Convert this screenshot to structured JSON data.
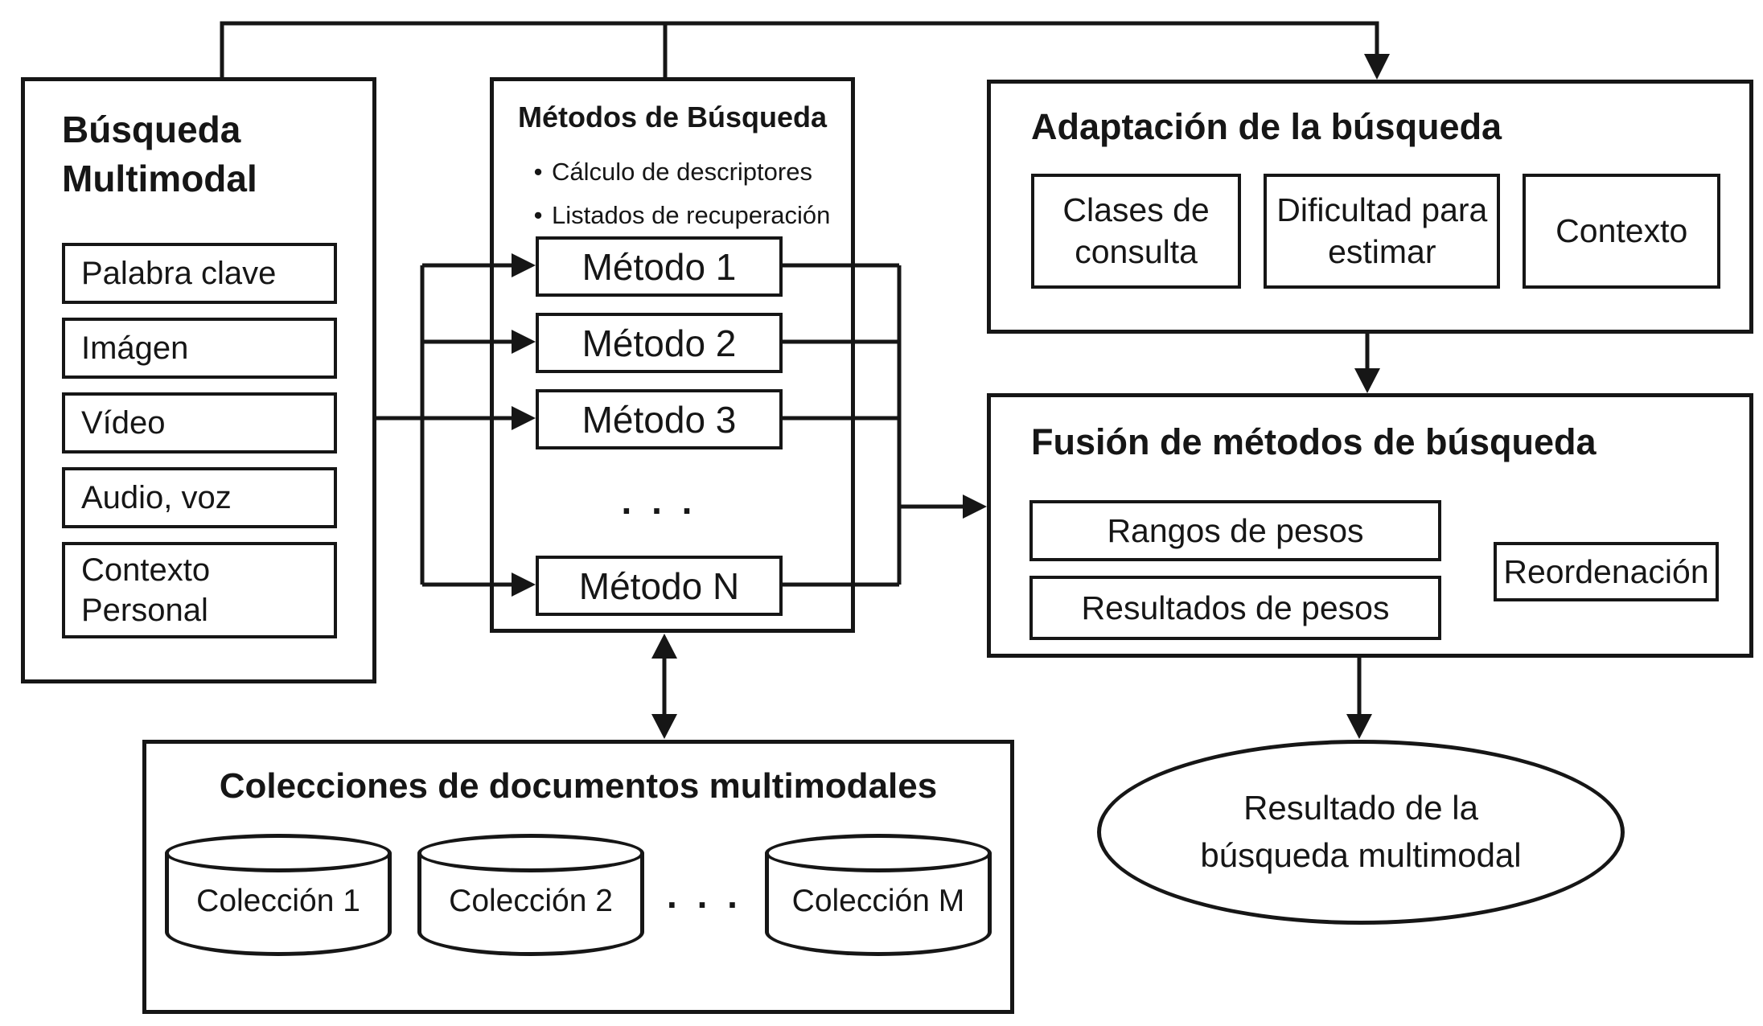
{
  "diagram": {
    "colors": {
      "ink": "#161616",
      "background": "#ffffff"
    },
    "busqueda": {
      "title": "Búsqueda Multimodal",
      "items": [
        "Palabra clave",
        "Imágen",
        "Vídeo",
        "Audio, voz",
        "Contexto Personal"
      ]
    },
    "metodos": {
      "title": "Métodos de Búsqueda",
      "bullet_char": "•",
      "bullets": [
        "Cálculo de descriptores",
        "Listados de recuperación"
      ],
      "methods": [
        "Método 1",
        "Método 2",
        "Método 3",
        "Método N"
      ],
      "ellipsis": ". . ."
    },
    "adaptacion": {
      "title": "Adaptación de la búsqueda",
      "items": [
        "Clases de consulta",
        "Dificultad para estimar",
        "Contexto"
      ]
    },
    "fusion": {
      "title": "Fusión de métodos de búsqueda",
      "items": [
        "Rangos de pesos",
        "Resultados de pesos",
        "Reordenación"
      ]
    },
    "colecciones": {
      "title": "Colecciones de documentos multimodales",
      "items": [
        "Colección 1",
        "Colección 2",
        "Colección M"
      ],
      "ellipsis": ". . ."
    },
    "resultado": {
      "label": "Resultado de la búsqueda multimodal"
    }
  }
}
